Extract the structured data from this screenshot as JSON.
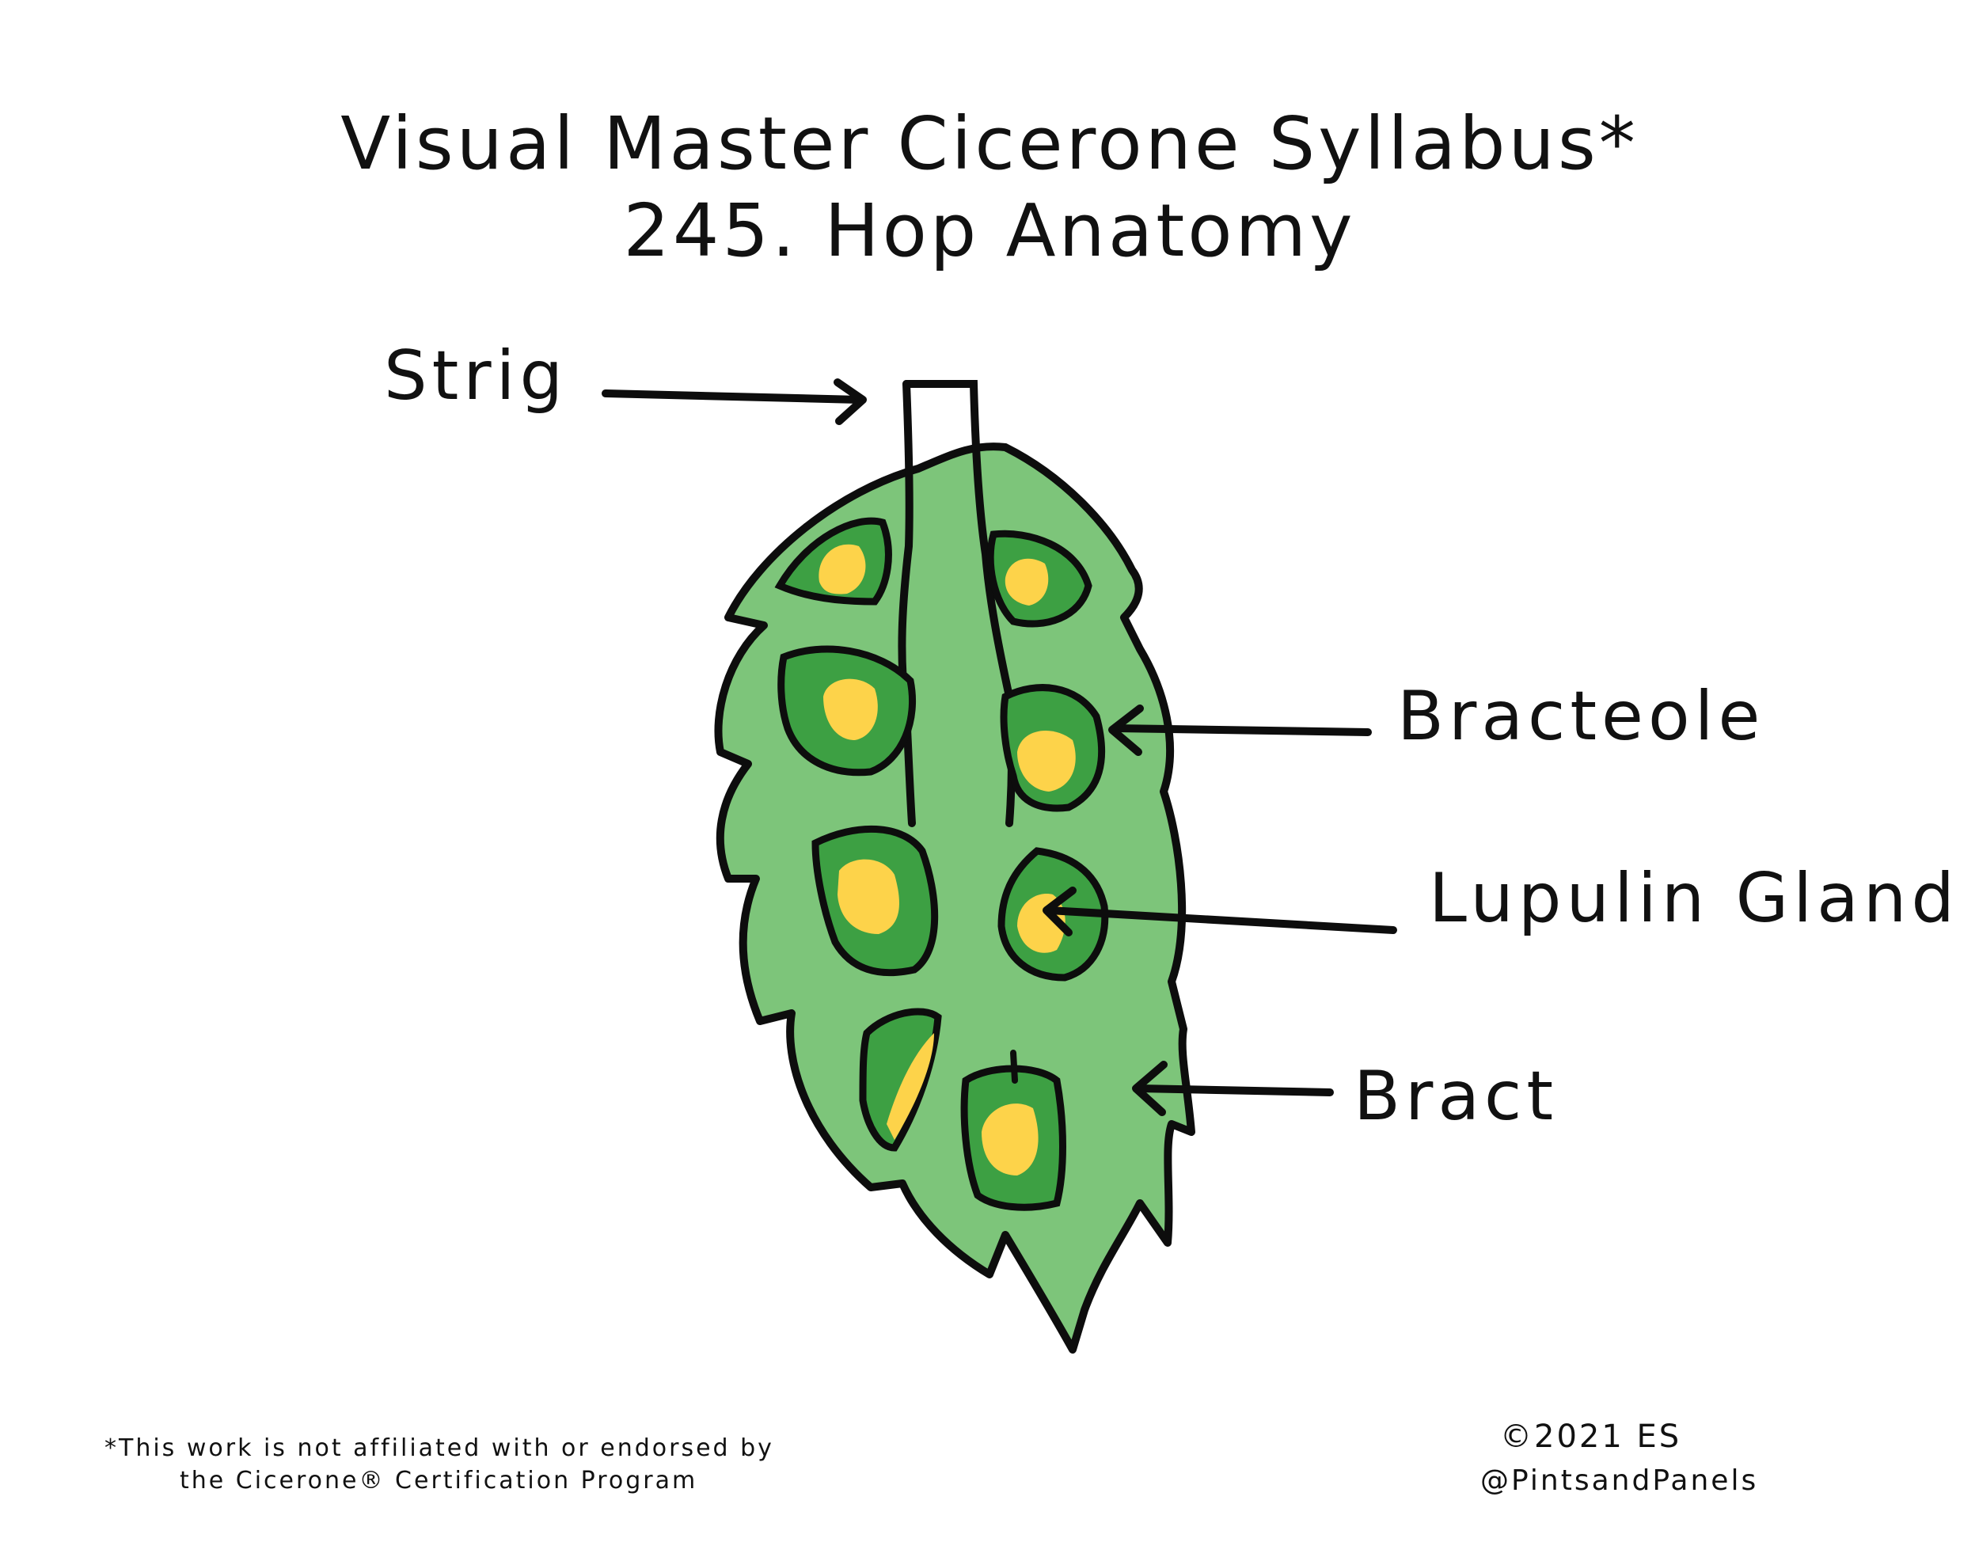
{
  "title": {
    "line1": "Visual Master Cicerone Syllabus*",
    "line2": "245. Hop Anatomy"
  },
  "labels": {
    "strig": "Strig",
    "bracteole": "Bracteole",
    "lupulin_gland": "Lupulin Gland",
    "bract": "Bract"
  },
  "footer": {
    "disclaimer_line1": "*This work is not affiliated with or endorsed by",
    "disclaimer_line2": "the Cicerone® Certification Program",
    "copyright": "©2021 ES",
    "handle": "@PintsandPanels"
  },
  "colors": {
    "bract_fill": "#7dc57a",
    "bracteole_fill": "#3da043",
    "lupulin_fill": "#fdd34a",
    "outline": "#0d0d0d"
  }
}
